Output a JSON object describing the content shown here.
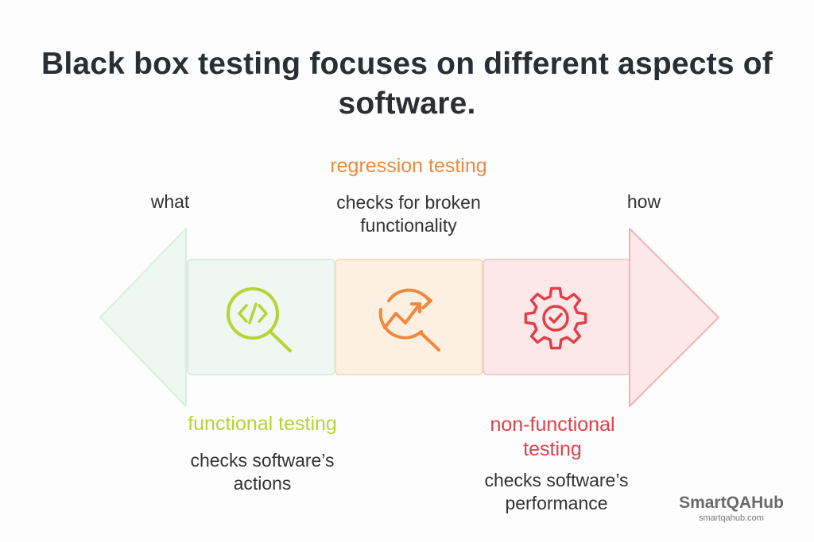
{
  "title": "Black box testing focuses on different aspects of software.",
  "left_label": "what",
  "right_label": "how",
  "stages": [
    {
      "heading": "functional testing",
      "description": "checks software’s actions",
      "color": "#b7d334",
      "icon": "code-search-icon"
    },
    {
      "heading": "regression testing",
      "description": "checks for broken functionality",
      "color": "#ee8a3c",
      "icon": "trend-refresh-search-icon"
    },
    {
      "heading": "non-functional testing",
      "description": "checks software’s performance",
      "color": "#e0404a",
      "icon": "gear-check-icon"
    }
  ],
  "brand": {
    "name": "SmartQAHub",
    "url": "smartqahub.com"
  }
}
